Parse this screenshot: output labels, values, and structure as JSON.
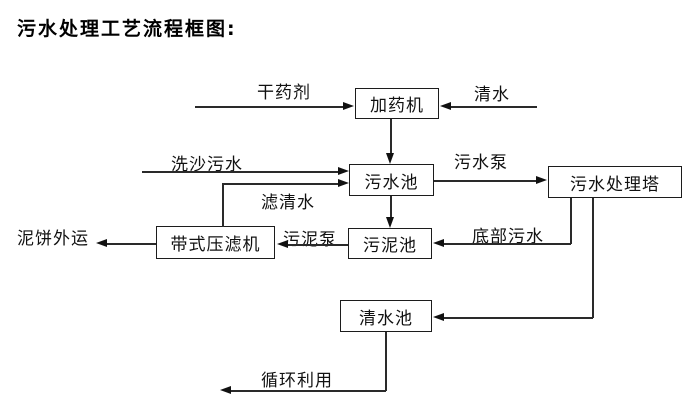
{
  "title": "污水处理工艺流程框图:",
  "nodes": {
    "dosing_machine": {
      "label": "加药机"
    },
    "sewage_pool": {
      "label": "污水池"
    },
    "treatment_tower": {
      "label": "污水处理塔"
    },
    "sludge_pool": {
      "label": "污泥池"
    },
    "belt_filter_press": {
      "label": "带式压滤机"
    },
    "clear_water_pool": {
      "label": "清水池"
    }
  },
  "edge_labels": {
    "dry_agent": "干药剂",
    "clear_water": "清水",
    "sand_wash_sewage": "洗沙污水",
    "sewage_pump": "污水泵",
    "filtered_water": "滤清水",
    "sludge_pump": "污泥泵",
    "bottom_sewage": "底部污水",
    "mud_cake_out": "泥饼外运",
    "recycle_use": "循环利用"
  },
  "colors": {
    "background": "#ffffff",
    "line": "#2a2a2a",
    "text": "#111111"
  }
}
